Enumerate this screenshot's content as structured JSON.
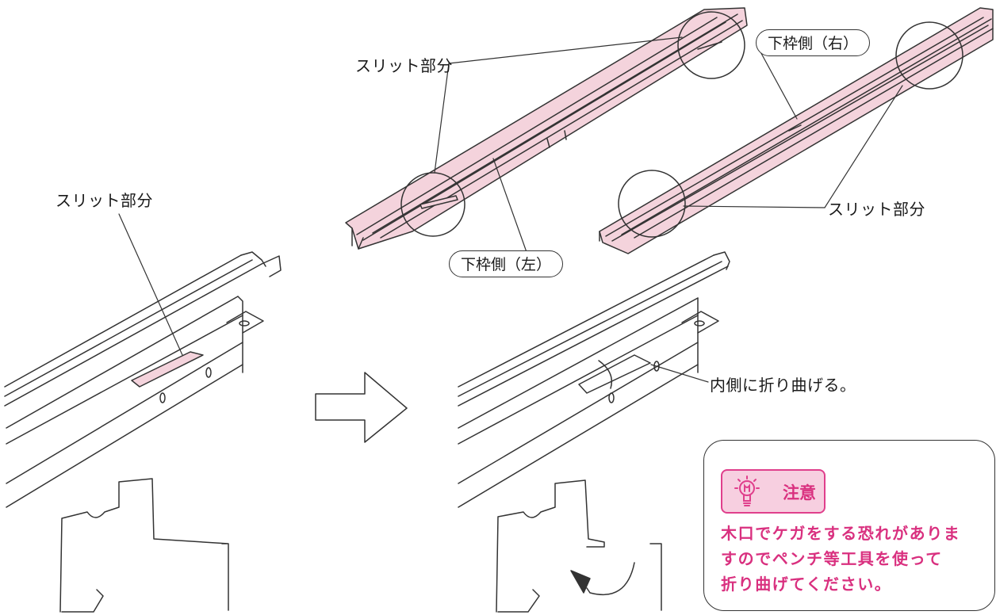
{
  "labels": {
    "slit_top": "スリット部分",
    "slit_left": "スリット部分",
    "slit_right": "スリット部分",
    "frame_left": "下枠側（左）",
    "frame_right": "下枠側（右）",
    "fold_inside": "内側に折り曲げる。"
  },
  "caution": {
    "title": "注意",
    "icon": "lightbulb-icon",
    "lines": [
      "木口でケガをする恐れがありま",
      "すのでペンチ等工具を使って",
      "折り曲げてください。"
    ]
  },
  "colors": {
    "frame_fill": "#f4d3dc",
    "accent": "#d9307f",
    "line": "#333333"
  }
}
